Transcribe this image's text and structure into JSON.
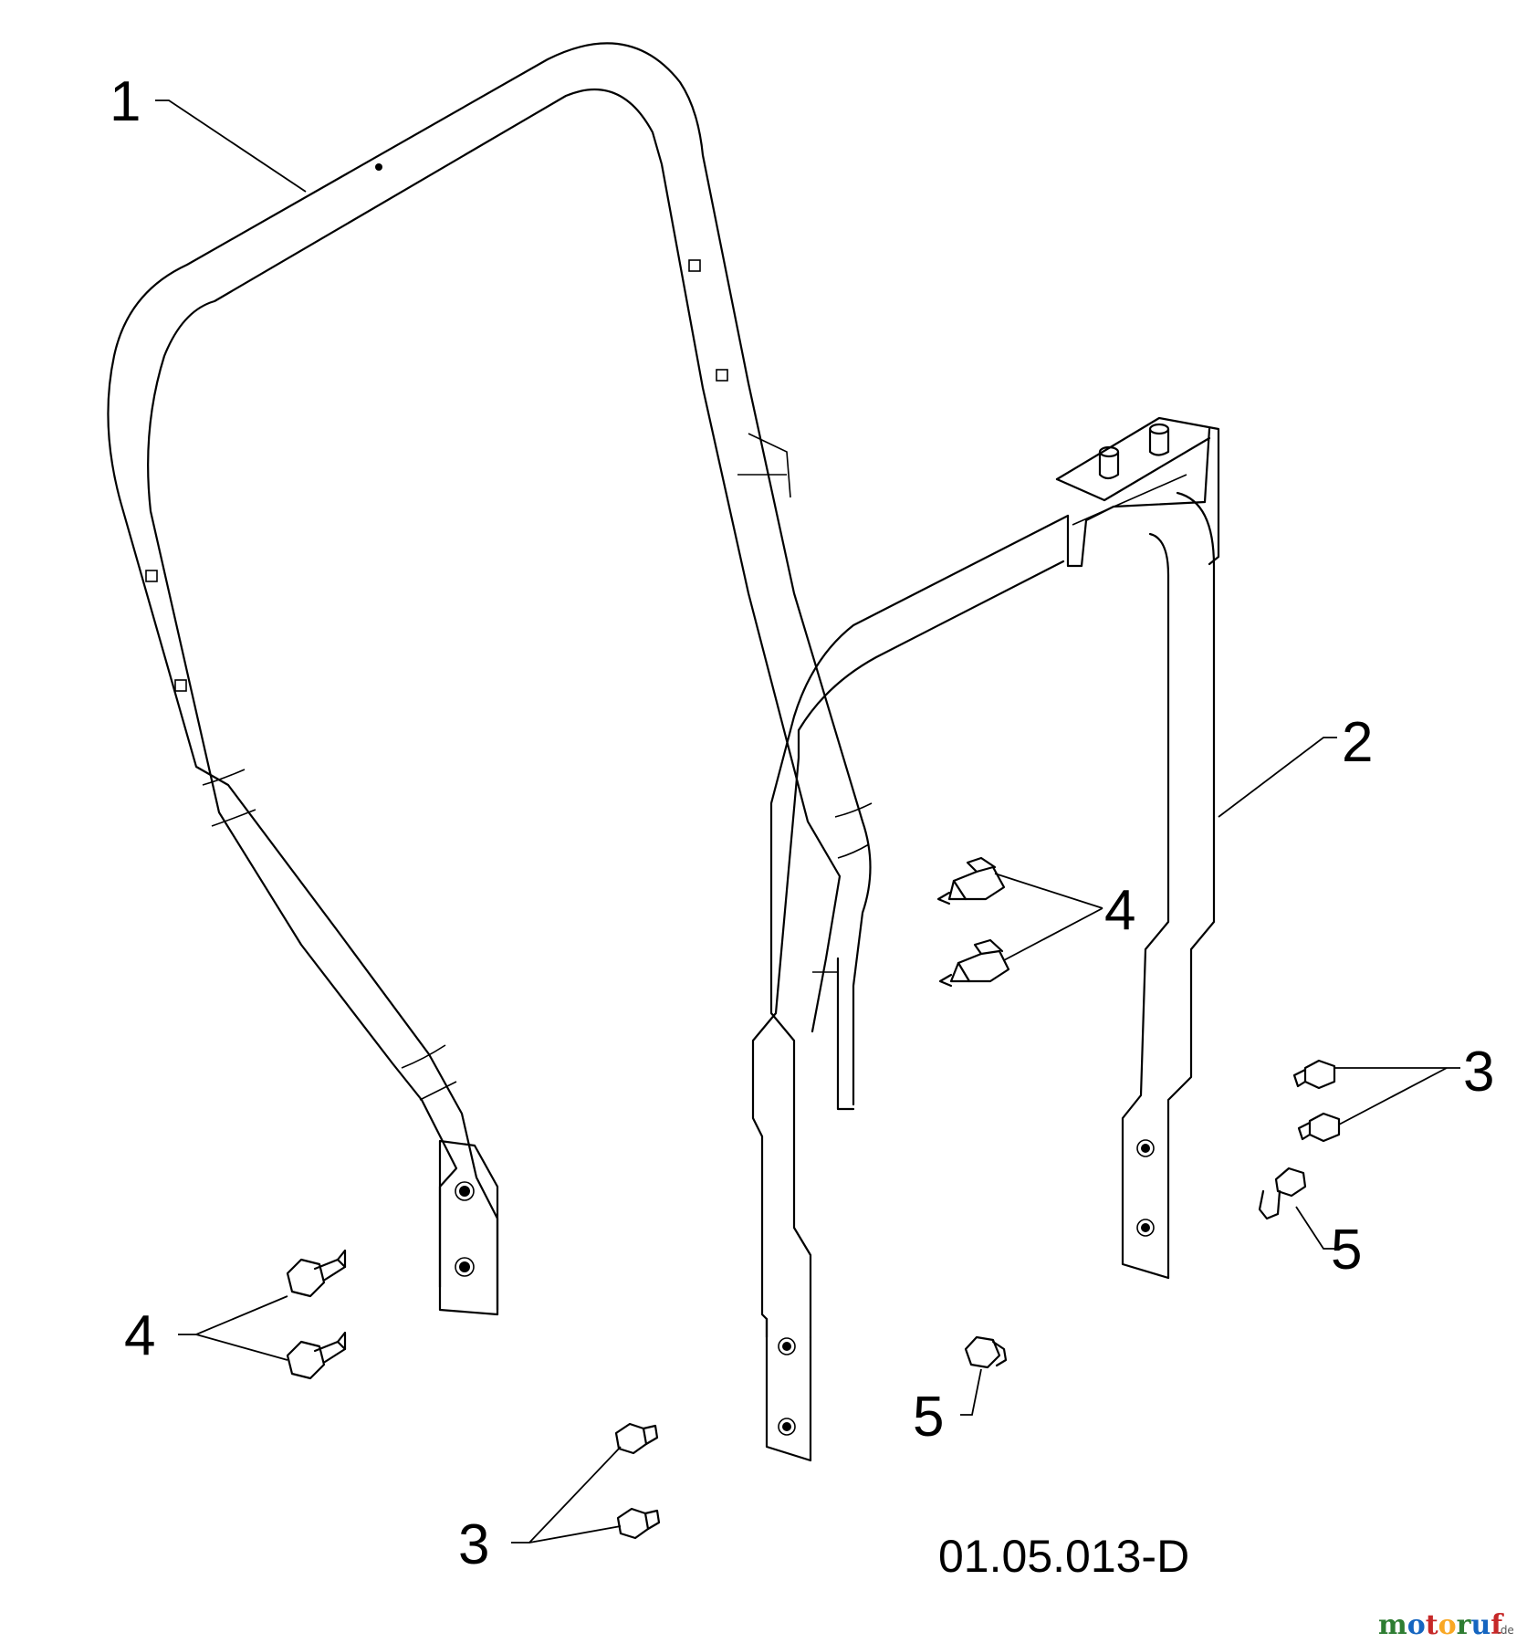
{
  "callouts": {
    "c1": "1",
    "c2": "2",
    "c3_right": "3",
    "c3_bottom": "3",
    "c4_left": "4",
    "c4_center": "4",
    "c5_right": "5",
    "c5_center": "5"
  },
  "drawing_code": "01.05.013-D",
  "watermark": {
    "brand": "motoruf",
    "tld": ".de"
  },
  "colors": {
    "line": "#000000",
    "background": "#ffffff"
  }
}
